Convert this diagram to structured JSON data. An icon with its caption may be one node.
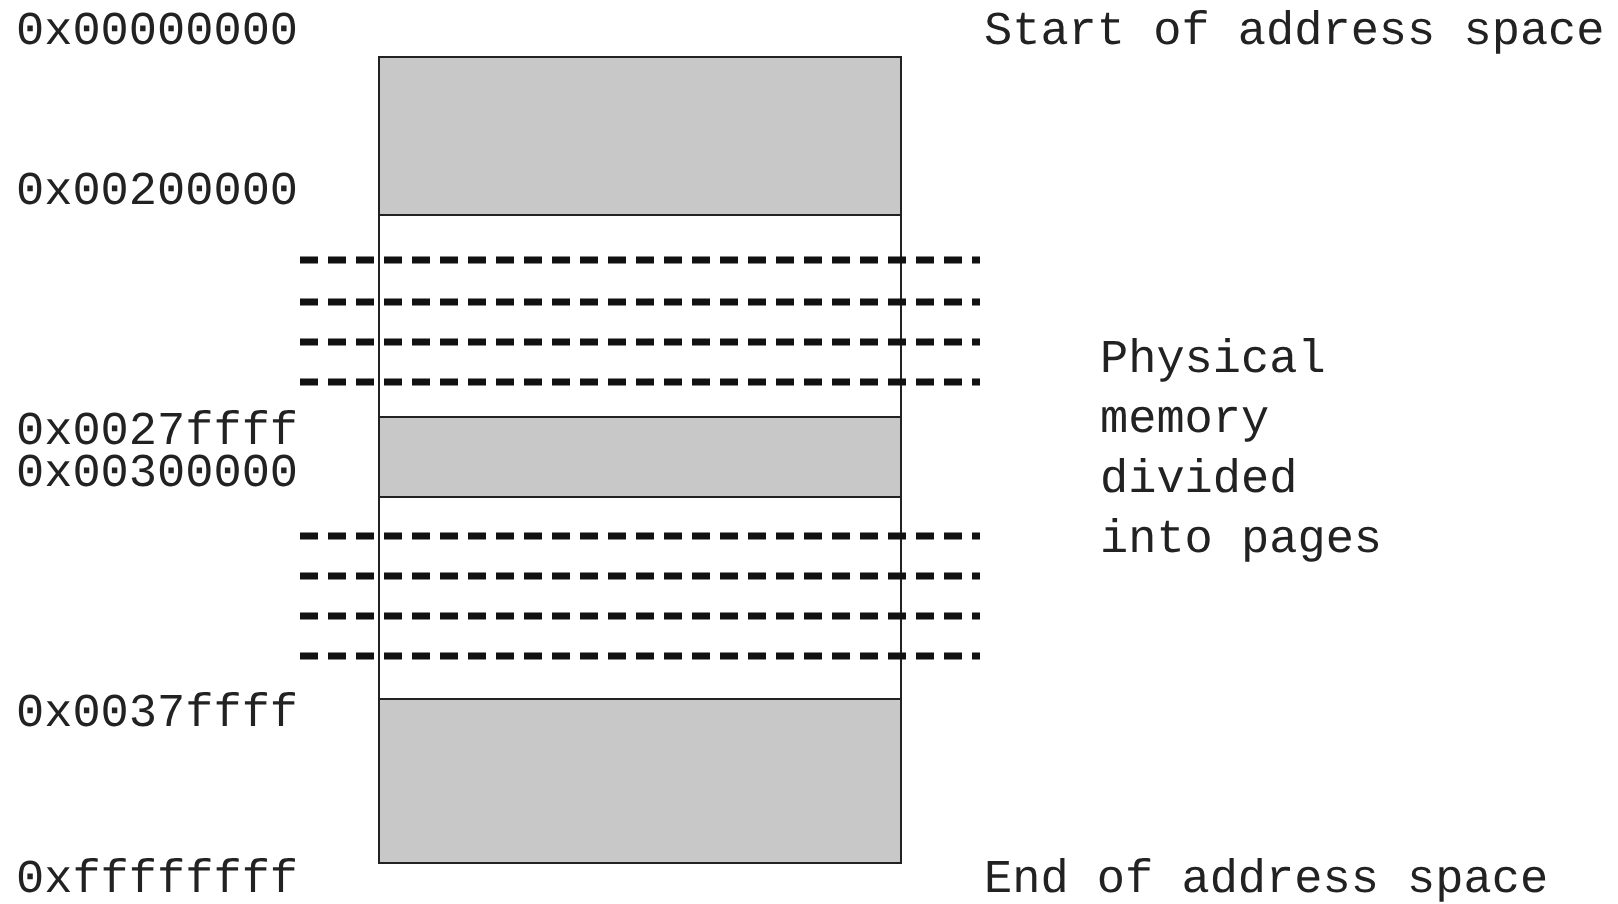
{
  "diagram": {
    "nodes": [
      {
        "text": [],
        "shape": "box"
      },
      {
        "text": [],
        "shape": "box"
      },
      {
        "text": [],
        "shape": "box"
      },
      {
        "text": [],
        "shape": "box"
      },
      {
        "text": [],
        "shape": "box"
      }
    ],
    "labels": [
      "0x00000000",
      "Start of address space",
      "0x00200000",
      "0x0027ffff",
      "0x00300000",
      "Physical memory divided into pages",
      "0x0037ffff",
      "0xffffffff",
      "End of address space"
    ]
  }
}
